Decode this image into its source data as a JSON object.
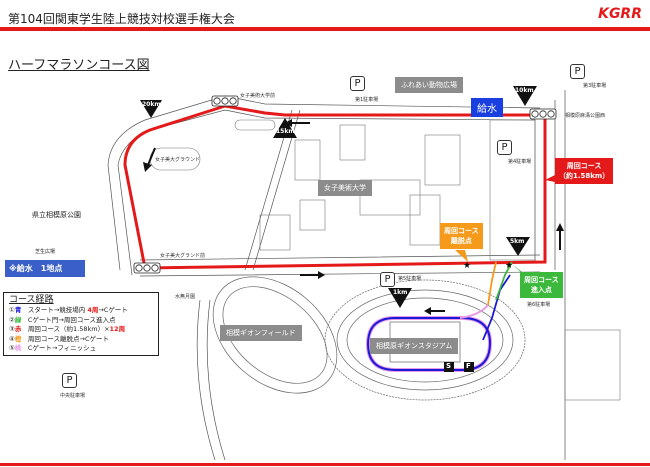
{
  "header": {
    "title": "第104回関東学生陸上競技対校選手権大会",
    "logo": "KGRR"
  },
  "map": {
    "title": "ハーフマラソンコース図",
    "water": "給水",
    "water_note": "※給水　1地点",
    "loop_label": [
      "周回コース",
      "（約1.58km）"
    ],
    "exit_label": [
      "周回コース",
      "離脱点"
    ],
    "entry_label": [
      "周回コース",
      "進入点"
    ],
    "markers": {
      "km20": "20km",
      "km15": "15km",
      "km10": "10km",
      "km5": "5km",
      "km1": "1km",
      "start": "S",
      "finish": "F"
    },
    "places": {
      "zoo": "ふれあい動物広場",
      "univ": "女子美術大学",
      "park": "県立相模原公園",
      "lawn": "芝生広場",
      "field": "相模ギオンフィールド",
      "stadium": "相模原ギオンスタジアム",
      "univ_front": "女子美術大学前",
      "ground": "女子美大グラウンド",
      "ground_front": "女子美大グランド前",
      "minazuki": "水無月園",
      "park_west": "相模原麻溝公園西"
    },
    "parking": {
      "p": "P",
      "p1": "第1駐車場",
      "p3": "第3駐車場",
      "p4": "第4駐車場",
      "p5": "第5駐車場",
      "p6": "第6駐車場",
      "center": "中央駐車場"
    }
  },
  "legend": {
    "title": "コース経路",
    "items": [
      {
        "num": "①",
        "color_name": "青",
        "color": "#1a1ad6",
        "text": "スタート→競技場内",
        "hl": "4周",
        "rest": "→Cゲート"
      },
      {
        "num": "②",
        "color_name": "緑",
        "color": "#3cb83c",
        "text": "Cゲート門→周回コース進入点",
        "hl": "",
        "rest": ""
      },
      {
        "num": "③",
        "color_name": "赤",
        "color": "#e41a1a",
        "text": "周回コース（約1.58km）×",
        "hl": "12周",
        "rest": ""
      },
      {
        "num": "④",
        "color_name": "橙",
        "color": "#f59a1a",
        "text": "周回コース離脱点→Cゲート",
        "hl": "",
        "rest": ""
      },
      {
        "num": "⑤",
        "color_name": "桃",
        "color": "#e89ae8",
        "text": "Cゲート→フィニッシュ",
        "hl": "",
        "rest": ""
      }
    ]
  }
}
